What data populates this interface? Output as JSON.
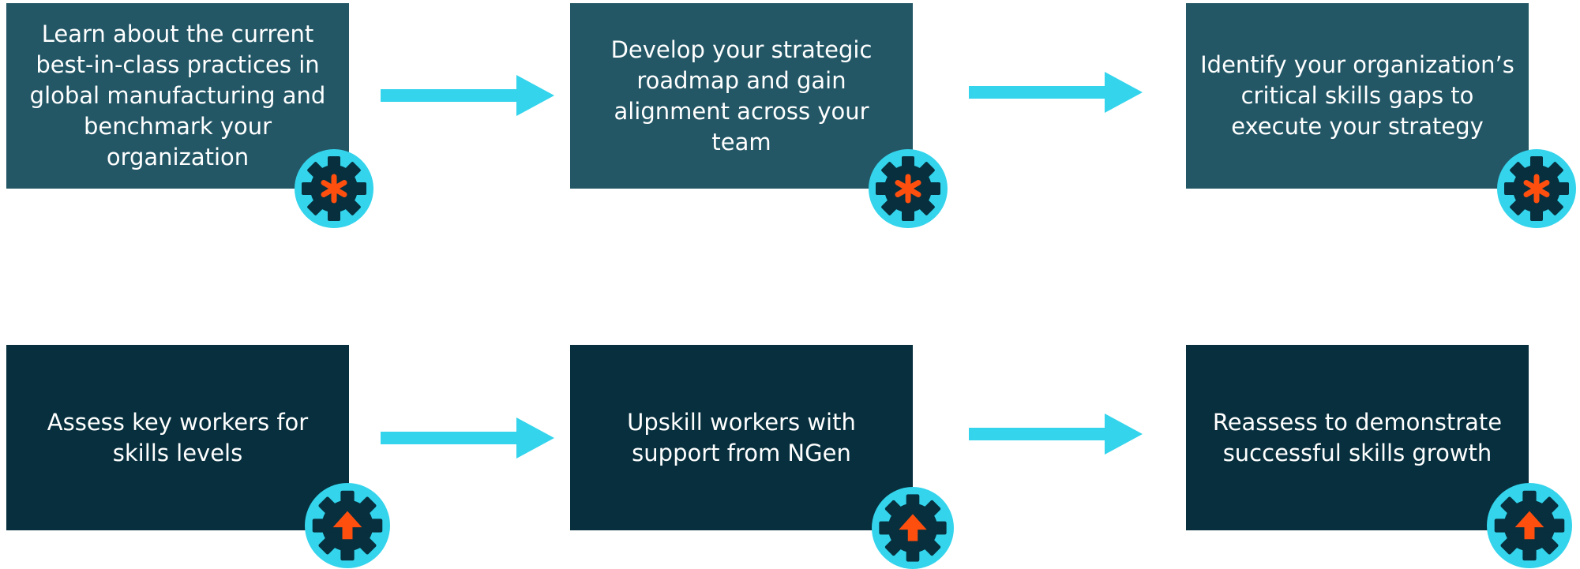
{
  "colors": {
    "step_box_row1": "#235766",
    "step_box_row2": "#072f3d",
    "box_text": "#ffffff",
    "arrow": "#33d4ec",
    "gear_ring": "#33d4ec",
    "gear_body": "#072f3d",
    "gear_symbol": "#ff4f0f"
  },
  "rows": [
    {
      "icon": "gear-asterisk-icon",
      "steps": [
        {
          "text": "Learn about the current best-in-class practices in global manufacturing and benchmark your organization"
        },
        {
          "text": "Develop your strategic roadmap and gain alignment across your team"
        },
        {
          "text": "Identify your organization’s critical skills gaps to execute your strategy"
        }
      ]
    },
    {
      "icon": "gear-up-arrow-icon",
      "steps": [
        {
          "text": "Assess key workers for skills levels"
        },
        {
          "text": "Upskill workers with support from NGen"
        },
        {
          "text": "Reassess to demonstrate successful skills growth"
        }
      ]
    }
  ]
}
